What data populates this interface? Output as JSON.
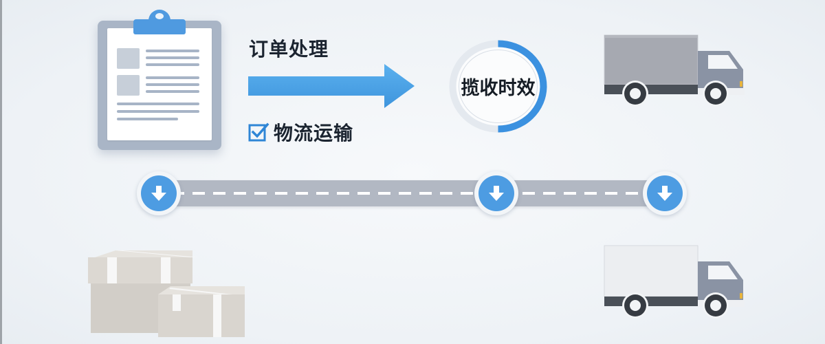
{
  "diagram": {
    "labels": {
      "order_processing": "订单处理",
      "logistics_transport": "物流运输",
      "pickup_timeliness": "揽收时效"
    },
    "pickup_ring": {
      "progress_percent": 50,
      "track_color": "#e4e9ef",
      "progress_color": "#3b91e0"
    },
    "icons": {
      "clipboard": "clipboard-document-icon",
      "arrow": "arrow-right-icon",
      "checkbox": "checkbox-checked-icon",
      "truck_top": "delivery-truck-icon",
      "truck_bottom": "delivery-truck-icon",
      "boxes": "package-boxes-icon",
      "road_nodes": [
        "down-arrow-icon",
        "down-arrow-icon",
        "down-arrow-icon"
      ]
    },
    "colors": {
      "accent_blue": "#4d9ce2",
      "arrow_blue": "#4fa3e6",
      "road_gray": "#b2b8c3",
      "truck_cab": "#8a93a4",
      "truck_cargo_top": "#a6a9b1",
      "truck_cargo_bottom": "#eceef1",
      "text_dark": "#1b2430",
      "box_tan": "#d4d0ca"
    }
  }
}
